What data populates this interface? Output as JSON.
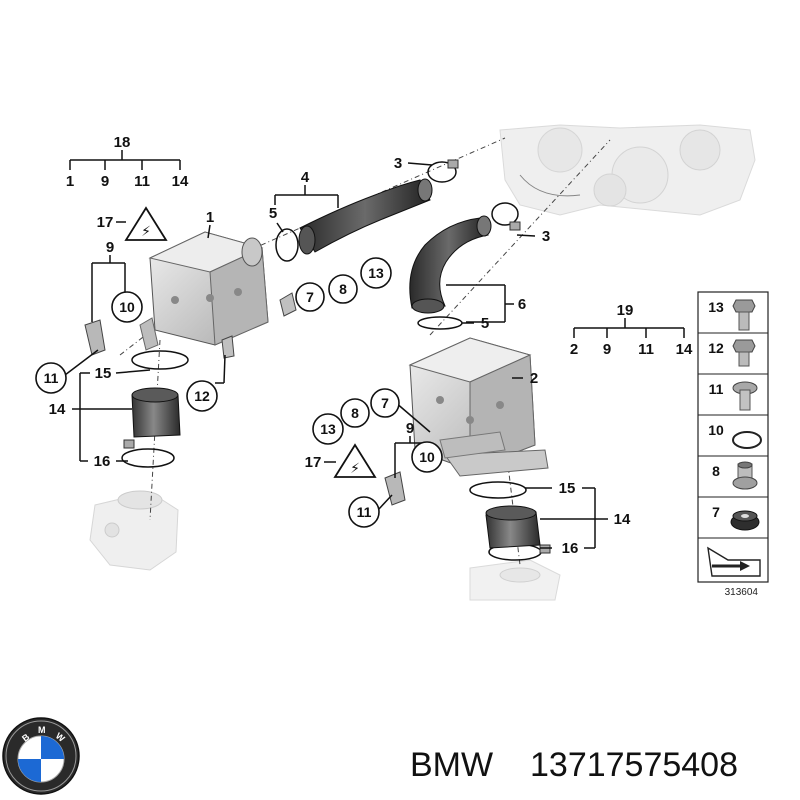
{
  "callouts": {
    "c1": "1",
    "c2": "2",
    "c3a": "3",
    "c3b": "3",
    "c4": "4",
    "c5a": "5",
    "c5b": "5",
    "c6": "6",
    "c7a": "7",
    "c7b": "7",
    "c8a": "8",
    "c8b": "8",
    "c9a": "9",
    "c9b": "9",
    "c10a": "10",
    "c10b": "10",
    "c11a": "11",
    "c11b": "11",
    "c12": "12",
    "c13a": "13",
    "c13b": "13",
    "c14a": "14",
    "c14b": "14",
    "c15a": "15",
    "c15b": "15",
    "c16a": "16",
    "c16b": "16",
    "c17a": "17",
    "c17b": "17"
  },
  "tree18": {
    "root": "18",
    "leaves": [
      "1",
      "9",
      "11",
      "14"
    ]
  },
  "tree19": {
    "root": "19",
    "leaves": [
      "2",
      "9",
      "11",
      "14"
    ]
  },
  "legend": [
    {
      "num": "13",
      "icon": "bolt-hex-long-icon"
    },
    {
      "num": "12",
      "icon": "bolt-hex-short-icon"
    },
    {
      "num": "11",
      "icon": "screw-flange-icon"
    },
    {
      "num": "10",
      "icon": "o-ring-icon"
    },
    {
      "num": "8",
      "icon": "spacer-sleeve-icon"
    },
    {
      "num": "7",
      "icon": "rubber-grommet-icon"
    },
    {
      "num": "",
      "icon": "hose-arrow-icon"
    }
  ],
  "diagram_number": "313604",
  "caption": {
    "brand": "BMW",
    "part_number": "13717575408"
  },
  "colors": {
    "part_fill": "#d8d8d8",
    "part_dark": "#3a3a3a",
    "engine_fill": "#e9e9e9",
    "bmw_blue": "#1c69d4"
  }
}
